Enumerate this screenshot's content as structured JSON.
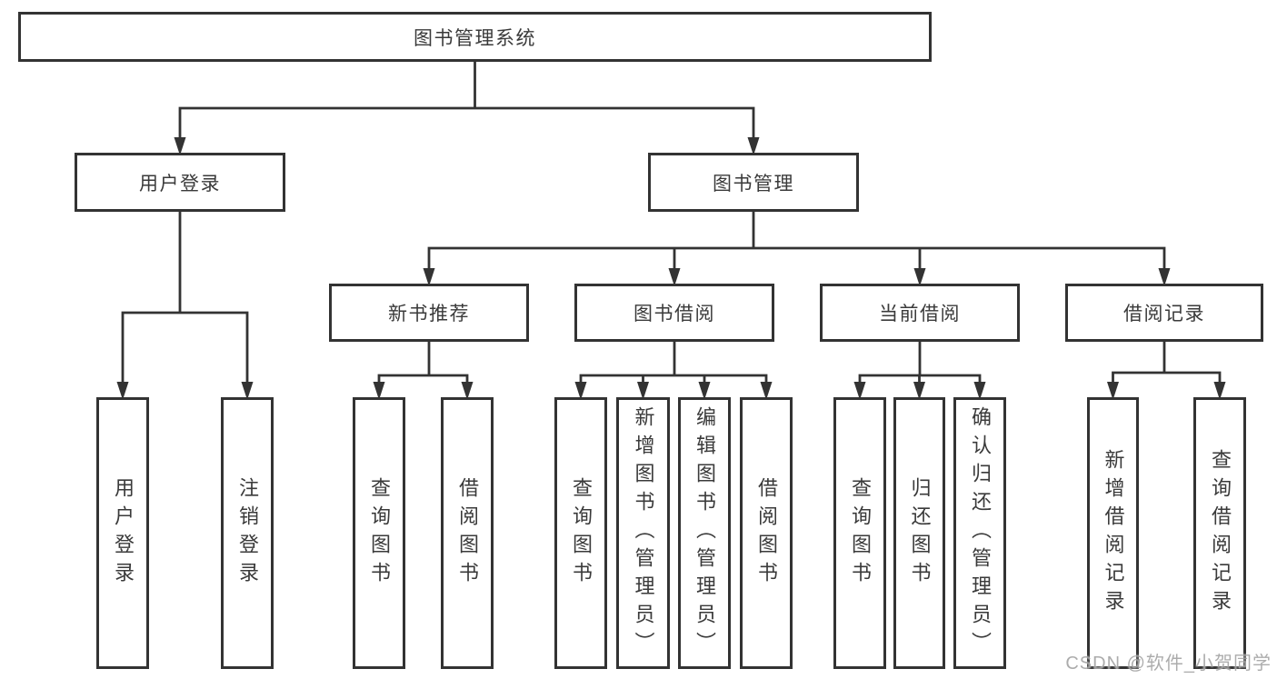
{
  "diagram": {
    "title": "图书管理系统",
    "colors": {
      "line": "#333333",
      "border": "#333333",
      "text": "#3a3a3a",
      "background": "#ffffff",
      "watermark": "#9e9e9e"
    },
    "watermark": {
      "text": "CSDN @软件_小贺同学"
    },
    "nodes": [
      {
        "id": "root",
        "label": "图书管理系统",
        "level": 1,
        "parent": null
      },
      {
        "id": "user-login",
        "label": "用户登录",
        "level": 2,
        "parent": "root"
      },
      {
        "id": "book-management",
        "label": "图书管理",
        "level": 2,
        "parent": "root"
      },
      {
        "id": "new-book-recommend",
        "label": "新书推荐",
        "level": 3,
        "parent": "book-management"
      },
      {
        "id": "book-borrowing",
        "label": "图书借阅",
        "level": 3,
        "parent": "book-management"
      },
      {
        "id": "current-borrowing",
        "label": "当前借阅",
        "level": 3,
        "parent": "book-management"
      },
      {
        "id": "borrowing-records",
        "label": "借阅记录",
        "level": 3,
        "parent": "book-management"
      },
      {
        "id": "user-login-leaf",
        "label": "用户登录",
        "level": 4,
        "parent": "user-login"
      },
      {
        "id": "logout-leaf",
        "label": "注销登录",
        "level": 4,
        "parent": "user-login"
      },
      {
        "id": "query-book-new",
        "label": "查询图书",
        "level": 4,
        "parent": "new-book-recommend"
      },
      {
        "id": "borrow-book-new",
        "label": "借阅图书",
        "level": 4,
        "parent": "new-book-recommend"
      },
      {
        "id": "query-book-borrow",
        "label": "查询图书",
        "level": 4,
        "parent": "book-borrowing"
      },
      {
        "id": "add-book-admin",
        "label": "新增图书（管理员）",
        "level": 4,
        "parent": "book-borrowing"
      },
      {
        "id": "edit-book-admin",
        "label": "编辑图书（管理员）",
        "level": 4,
        "parent": "book-borrowing"
      },
      {
        "id": "borrow-book-borrow",
        "label": "借阅图书",
        "level": 4,
        "parent": "book-borrowing"
      },
      {
        "id": "query-book-current",
        "label": "查询图书",
        "level": 4,
        "parent": "current-borrowing"
      },
      {
        "id": "return-book",
        "label": "归还图书",
        "level": 4,
        "parent": "current-borrowing"
      },
      {
        "id": "confirm-return-admin",
        "label": "确认归还（管理员）",
        "level": 4,
        "parent": "current-borrowing"
      },
      {
        "id": "add-borrow-record",
        "label": "新增借阅记录",
        "level": 4,
        "parent": "borrowing-records"
      },
      {
        "id": "query-borrow-record",
        "label": "查询借阅记录",
        "level": 4,
        "parent": "borrowing-records"
      }
    ]
  }
}
